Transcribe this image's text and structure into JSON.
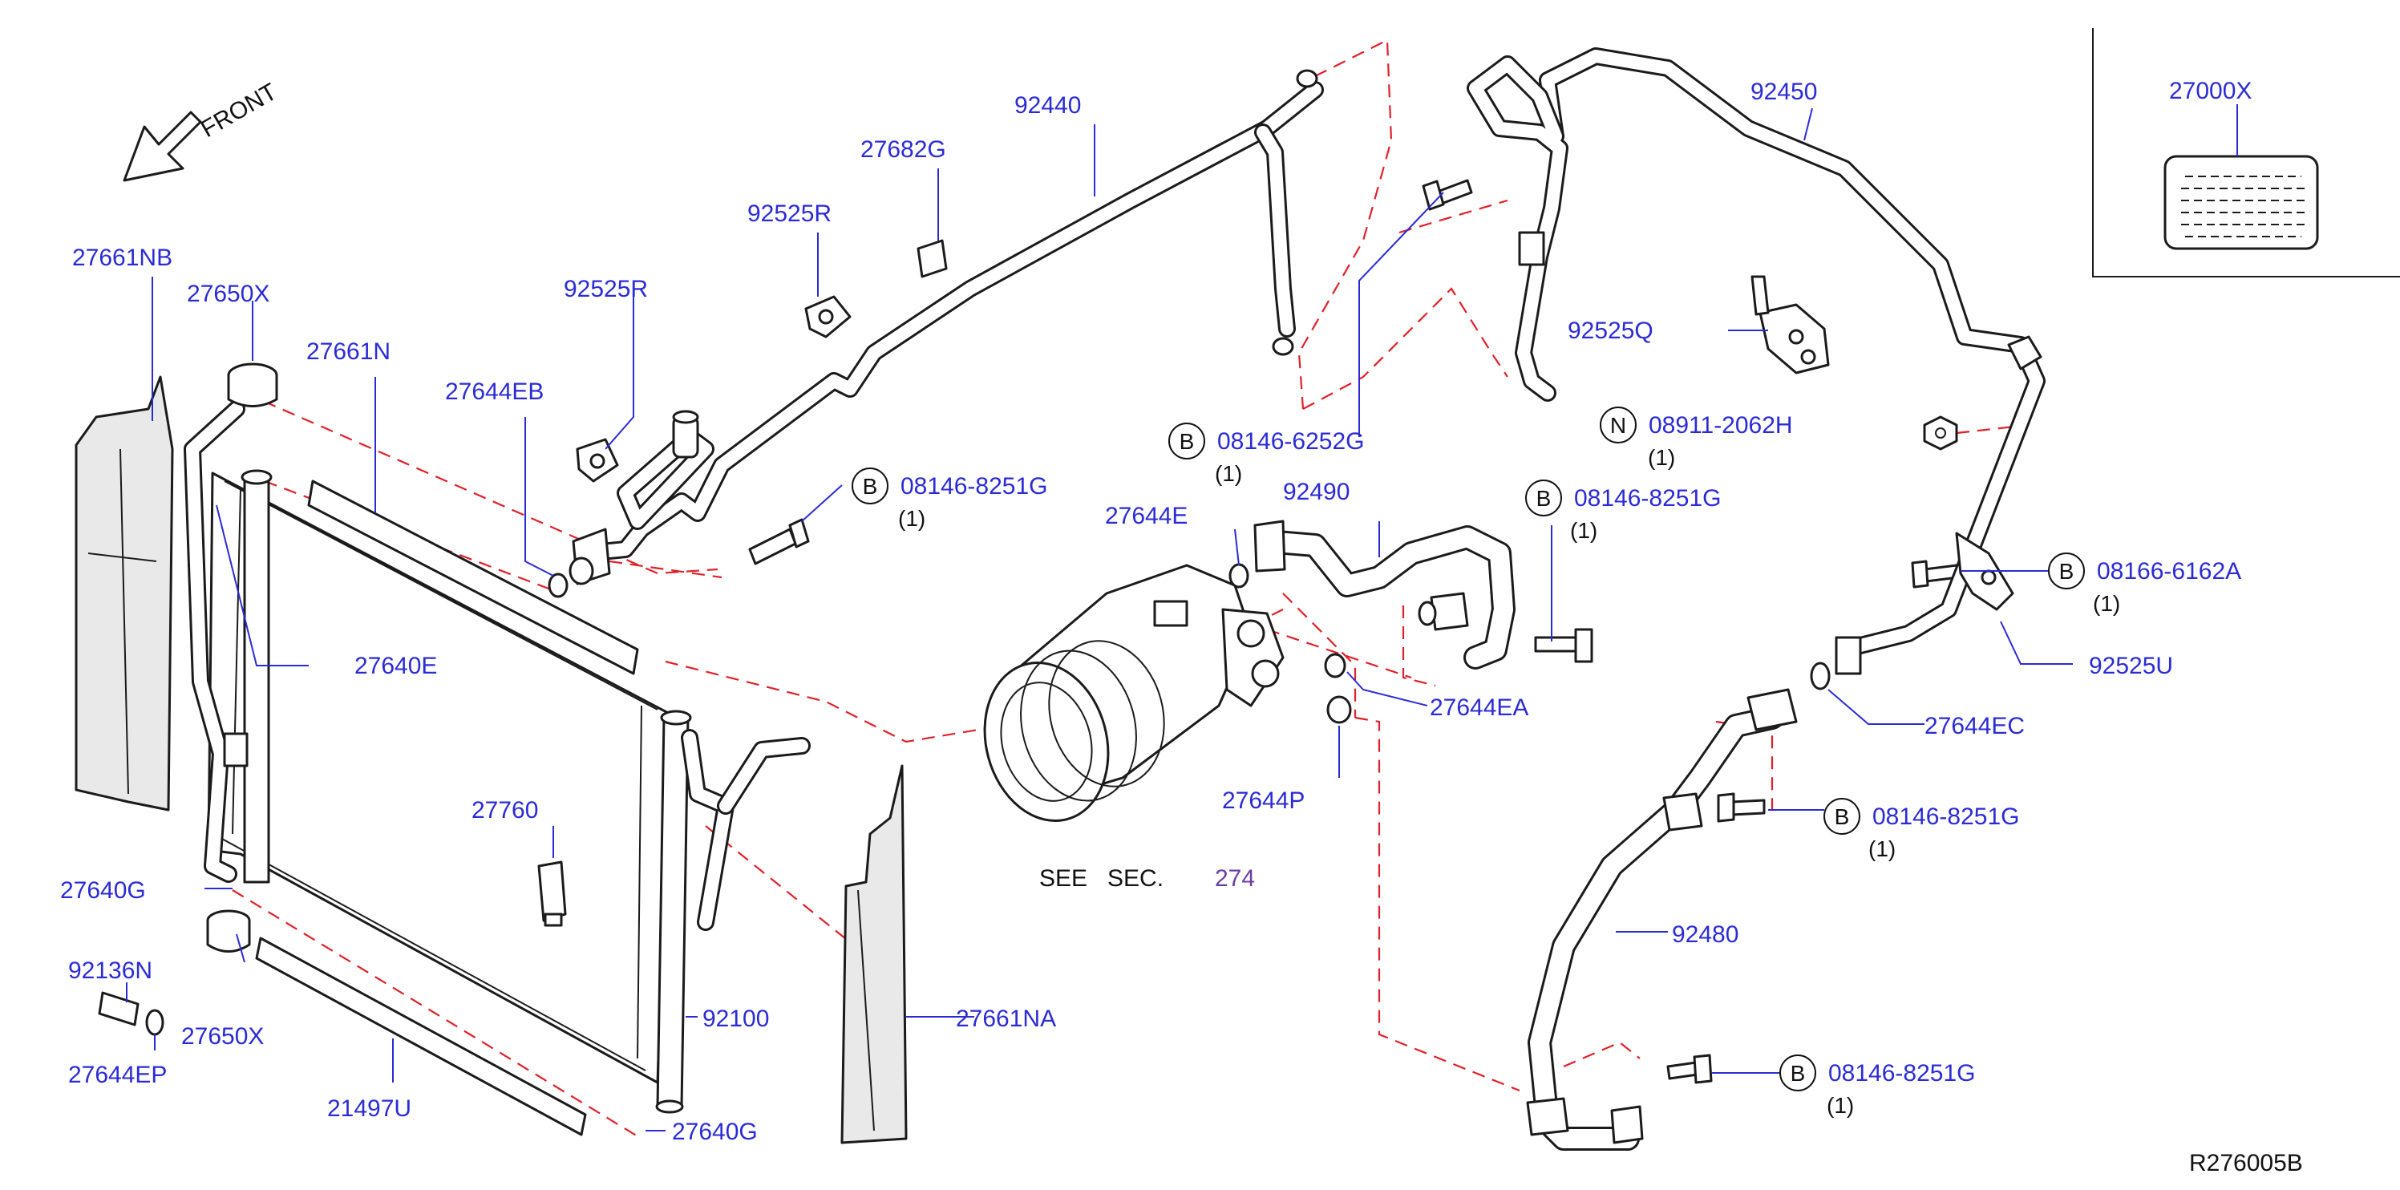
{
  "diagram": {
    "front_label": "FRONT",
    "see_section": {
      "text": "SEE   SEC.",
      "number": "274"
    },
    "drawing_code": "R276005B",
    "label_plate": "27000X",
    "parts": {
      "p92440": "92440",
      "p27682G": "27682G",
      "p92525R_a": "92525R",
      "p92525R_b": "92525R",
      "p27661NB": "27661NB",
      "p27650X_top": "27650X",
      "p27661N": "27661N",
      "p27644EB": "27644EB",
      "p27640E": "27640E",
      "p27640G_left": "27640G",
      "p92136N": "92136N",
      "p27644EP": "27644EP",
      "p27650X_bottom": "27650X",
      "p21497U": "21497U",
      "p27640G_bottom": "27640G",
      "p92100": "92100",
      "p27760": "27760",
      "p27661NA": "27661NA",
      "p27644E": "27644E",
      "p92490": "92490",
      "p27644EA": "27644EA",
      "p27644P": "27644P",
      "p92450": "92450",
      "p92525Q": "92525Q",
      "p92525U": "92525U",
      "p27644EC": "27644EC",
      "p92480": "92480"
    },
    "fasteners": [
      {
        "prefix": "B",
        "number": "08146-8251G",
        "qty": "(1)"
      },
      {
        "prefix": "B",
        "number": "08146-6252G",
        "qty": "(1)"
      },
      {
        "prefix": "B",
        "number": "08146-8251G",
        "qty": "(1)"
      },
      {
        "prefix": "N",
        "number": "08911-2062H",
        "qty": "(1)"
      },
      {
        "prefix": "B",
        "number": "08166-6162A",
        "qty": "(1)"
      },
      {
        "prefix": "B",
        "number": "08146-8251G",
        "qty": "(1)"
      },
      {
        "prefix": "B",
        "number": "08146-8251G",
        "qty": "(1)"
      }
    ],
    "colors": {
      "part_label": "#2b2bd6",
      "leader": "#2b2bd6",
      "dashed_guide": "#e0202a",
      "linework": "#1b1b1b",
      "section_number": "#6b3fa0"
    }
  }
}
